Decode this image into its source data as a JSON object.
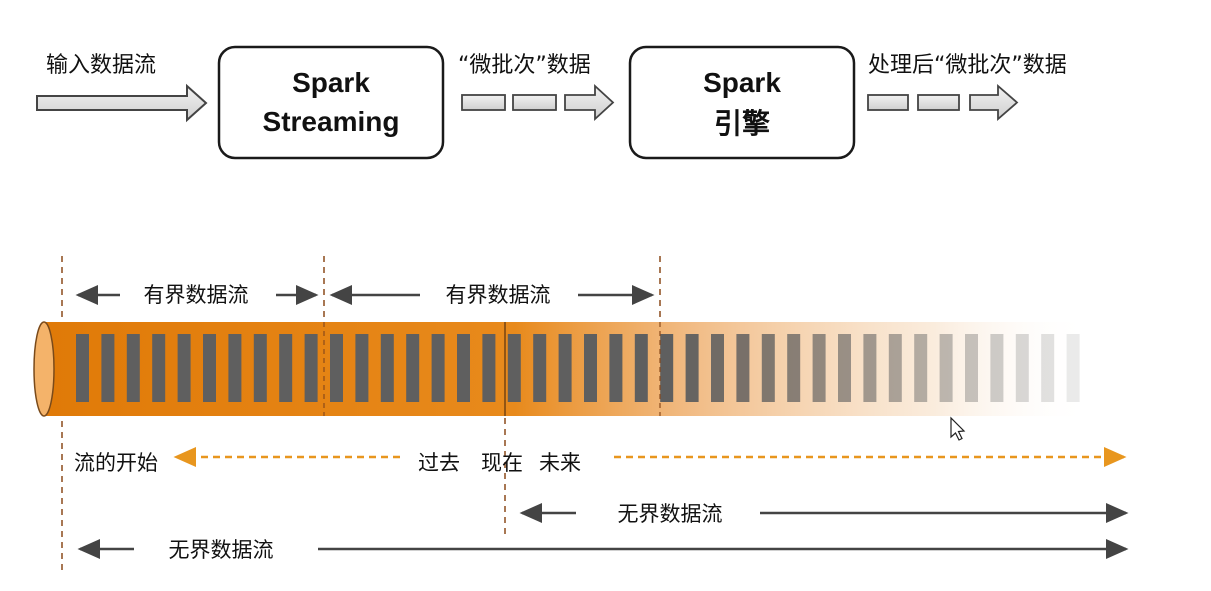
{
  "pipeline": {
    "input_label": "输入数据流",
    "box1": {
      "line1": "Spark",
      "line2": "Streaming"
    },
    "micro_batch_label": "“微批次”数据",
    "box2": {
      "line1": "Spark",
      "line2": "引擎"
    },
    "processed_label": "处理后“微批次”数据"
  },
  "timeline": {
    "bounded_label_1": "有界数据流",
    "bounded_label_2": "有界数据流",
    "stream_start": "流的开始",
    "past": "过去",
    "now": "现在",
    "future": "未来",
    "unbounded_label_1": "无界数据流",
    "unbounded_label_2": "无界数据流"
  },
  "colors": {
    "pipe_orange": "#e8820e",
    "dashed_orange": "#e8961e",
    "cell_gray": "#5f5f5f",
    "arrow_gray": "#444444",
    "divider_brown": "#8b4a1a"
  }
}
